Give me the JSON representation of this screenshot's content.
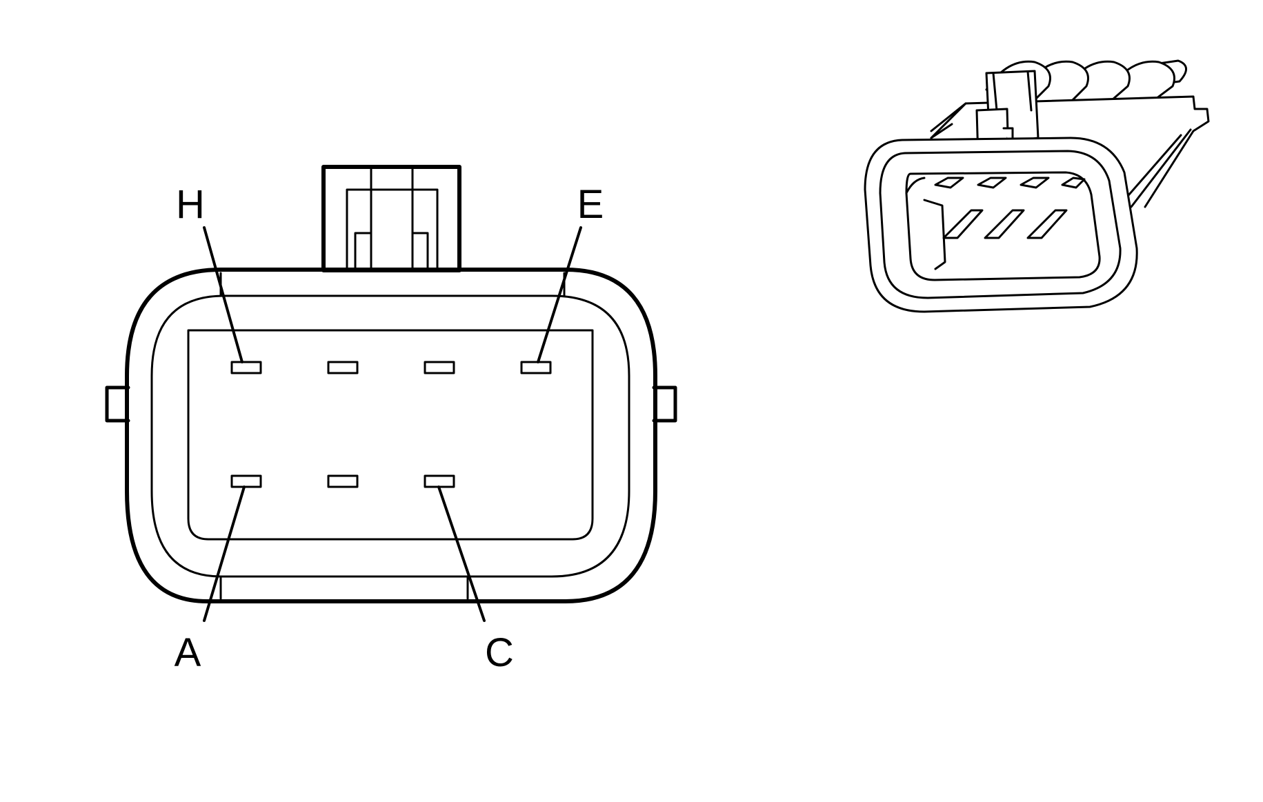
{
  "diagram": {
    "colors": {
      "line": "#000000",
      "background": "#ffffff"
    },
    "pin_labels": {
      "h": "H",
      "e": "E",
      "a": "A",
      "c": "C"
    }
  }
}
